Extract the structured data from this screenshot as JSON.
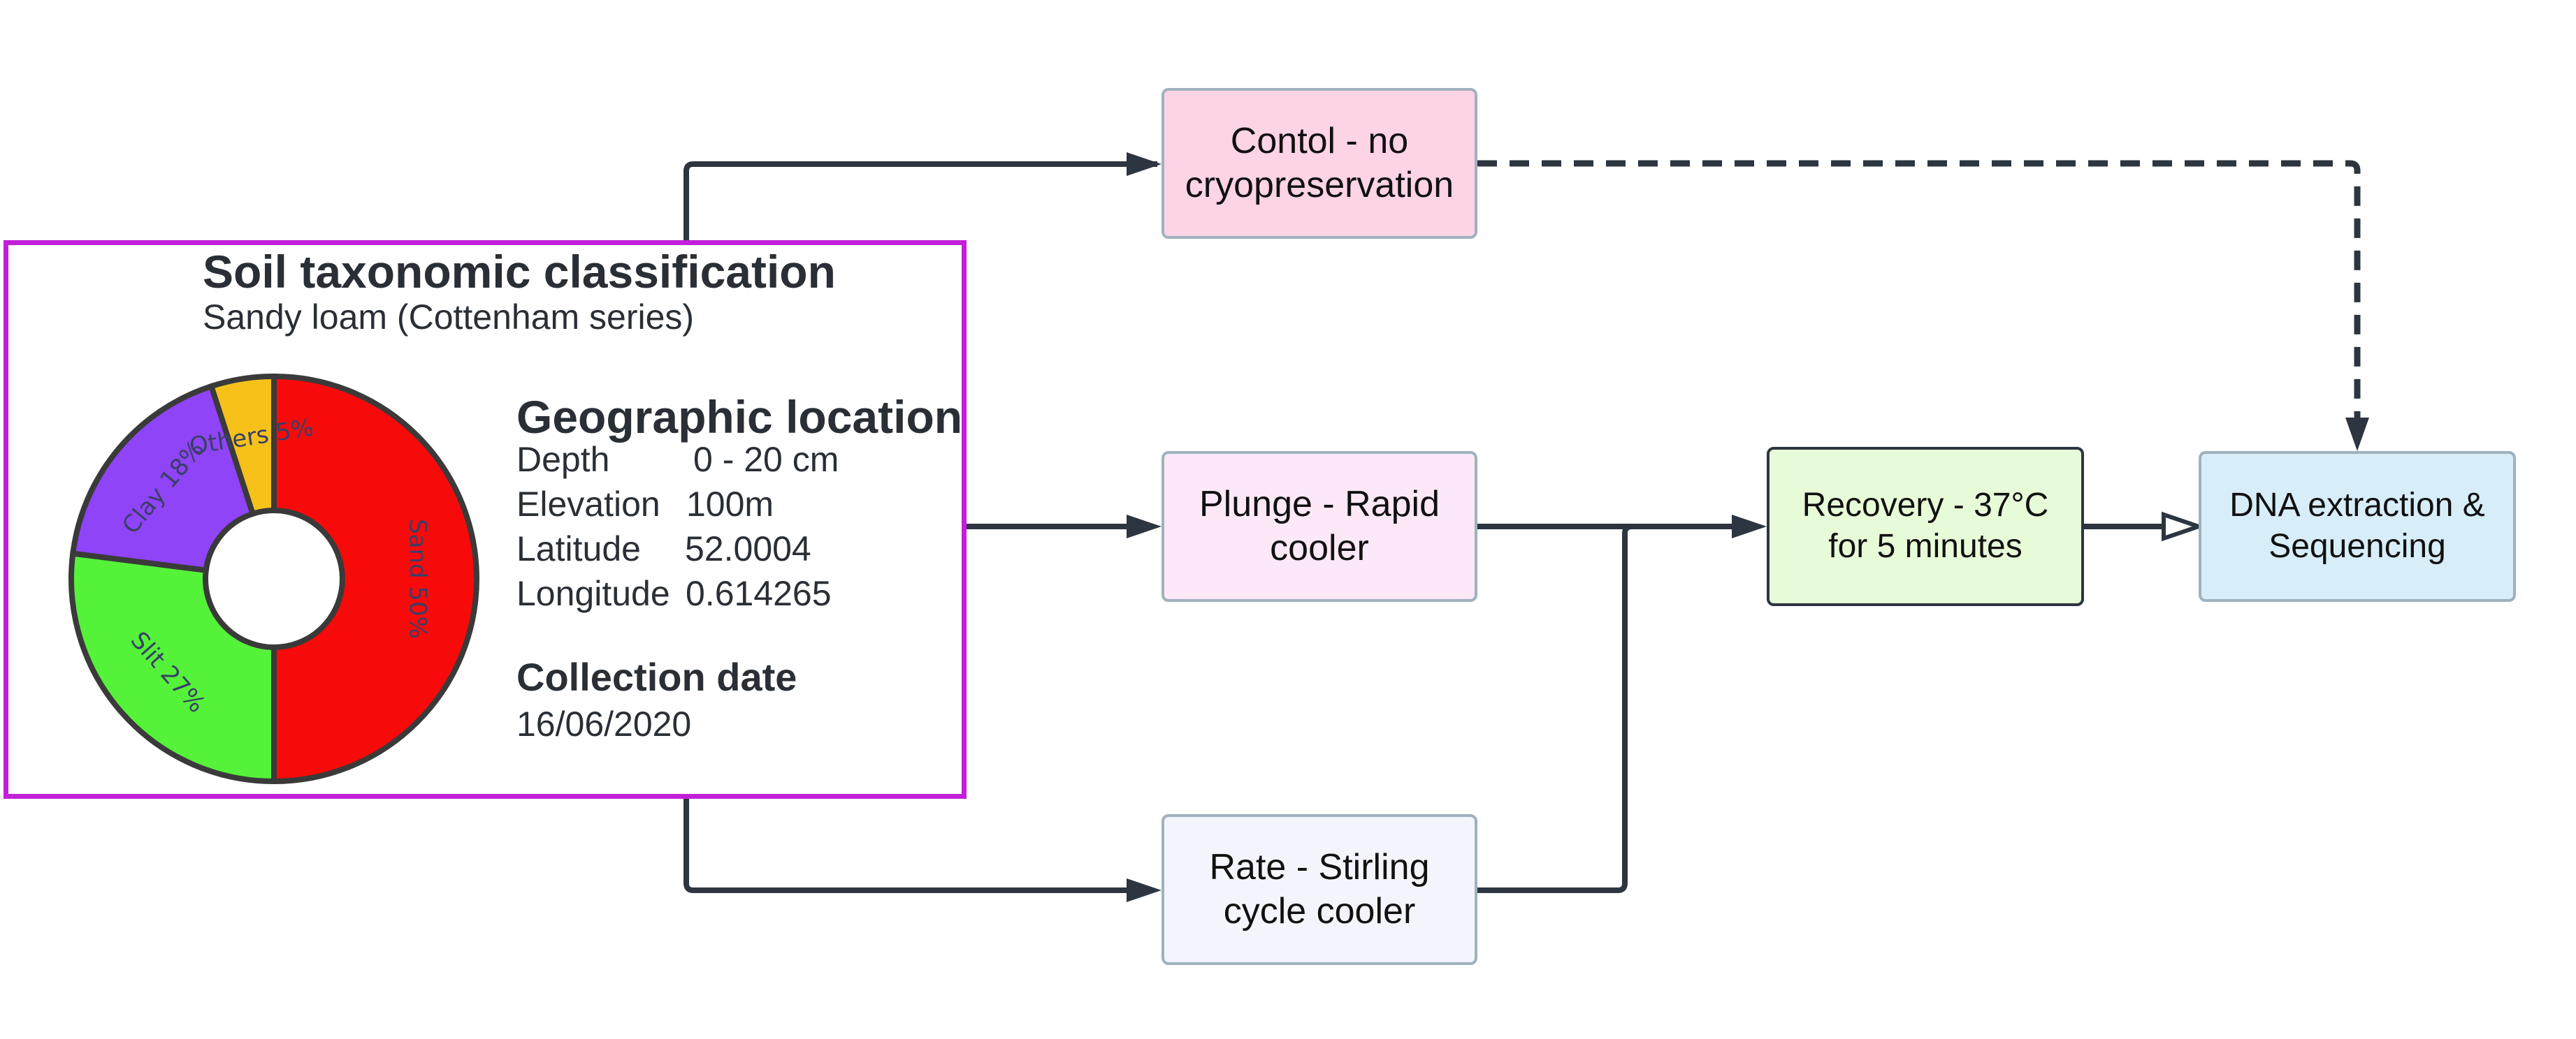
{
  "flow": {
    "control_label": "Contol - no\ncryopreservation",
    "plunge_label": "Plunge - Rapid\ncooler",
    "rate_label": "Rate - Stirling\ncycle cooler",
    "recovery_label": "Recovery - 37°C\nfor 5 minutes",
    "dna_label": "DNA extraction &\nSequencing"
  },
  "soil": {
    "title": "Soil taxonomic classification",
    "subtitle": "Sandy loam (Cottenham series)",
    "geo_title": "Geographic location",
    "geo_rows": [
      {
        "label": "Depth",
        "value": "0 - 20 cm"
      },
      {
        "label": "Elevation",
        "value": "100m"
      },
      {
        "label": "Latitude",
        "value": "52.0004"
      },
      {
        "label": "Longitude",
        "value": "0.614265"
      }
    ],
    "collection_title": "Collection date",
    "collection_date": "16/06/2020"
  },
  "chart_data": {
    "type": "pie",
    "style": "donut",
    "slices": [
      {
        "label": "Sand 50%",
        "value": 50,
        "color": "#f80a0a"
      },
      {
        "label": "Slit 27%",
        "value": 27,
        "color": "#55f23a"
      },
      {
        "label": "Clay 18%",
        "value": 18,
        "color": "#8f44f7"
      },
      {
        "label": "Others 5%",
        "value": 5,
        "color": "#f6c21a"
      }
    ]
  },
  "colors": {
    "arrow": "#2c3540",
    "panel_border": "#c21fd8",
    "node_border": "#9fb1bf"
  }
}
